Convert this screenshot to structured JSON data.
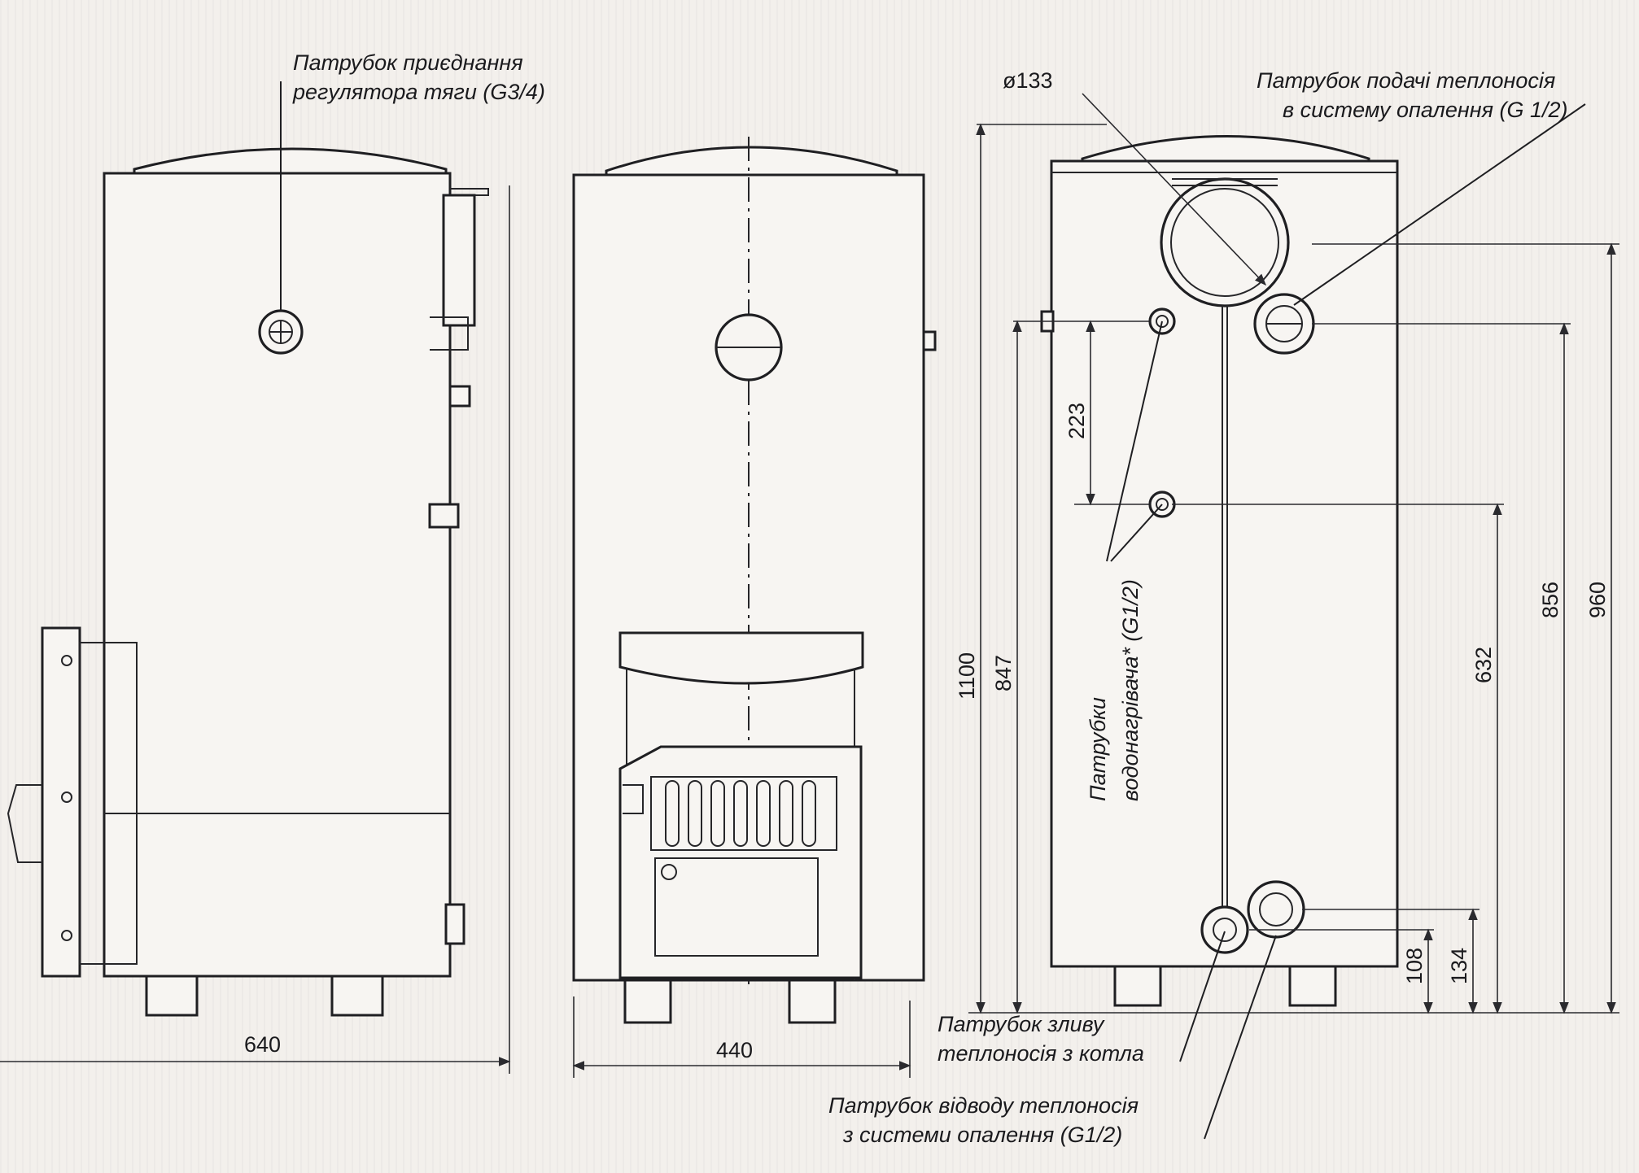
{
  "labels": {
    "draft_regulator_line1": "Патрубок приєднання",
    "draft_regulator_line2": "регулятора тяги (G3/4)",
    "supply_line1": "Патрубок подачі теплоносія",
    "supply_line2": "в систему опалення (G 1/2)",
    "heater_line1": "Патрубки",
    "heater_line2": "водонагрівача* (G1/2)",
    "drain_line1": "Патрубок зливу",
    "drain_line2": "теплоносія з котла",
    "return_line1": "Патрубок відводу теплоносія",
    "return_line2": "з системи опалення (G1/2)"
  },
  "dimensions": {
    "side_depth": "640",
    "front_width": "440",
    "flue_diameter": "ø133",
    "total_height": "1100",
    "heater_upper_height": "847",
    "heater_spacing": "223",
    "heater_lower_height": "632",
    "supply_height": "856",
    "flue_center_height": "960",
    "drain_height": "108",
    "return_height": "134"
  }
}
